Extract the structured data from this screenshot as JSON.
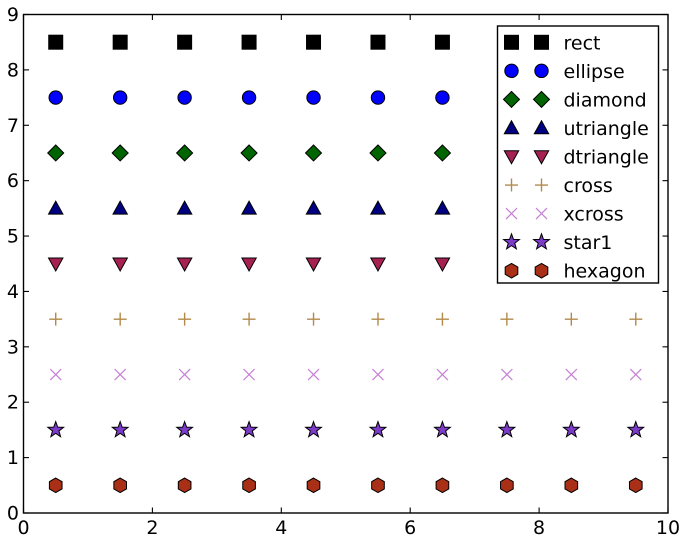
{
  "figure": {
    "background": "#ffffff",
    "frame_color": "#000000",
    "text_color": "#000000"
  },
  "chart_data": {
    "type": "scatter",
    "title": "",
    "xlabel": "",
    "ylabel": "",
    "xlim": [
      0,
      10
    ],
    "ylim": [
      0,
      9
    ],
    "grid": false,
    "tick_direction": "in",
    "x_ticks": [
      0,
      2,
      4,
      6,
      8,
      10
    ],
    "y_ticks": [
      0,
      1,
      2,
      3,
      4,
      5,
      6,
      7,
      8,
      9
    ],
    "x": [
      0.5,
      1.5,
      2.5,
      3.5,
      4.5,
      5.5,
      6.5,
      7.5,
      8.5,
      9.5
    ],
    "series": [
      {
        "name": "rect",
        "marker": "rect",
        "y": 8.5,
        "color": "#000000",
        "edge_color": "#000000"
      },
      {
        "name": "ellipse",
        "marker": "ellipse",
        "y": 7.5,
        "color": "#0000ff",
        "edge_color": "#000000"
      },
      {
        "name": "diamond",
        "marker": "diamond",
        "y": 6.5,
        "color": "#006400",
        "edge_color": "#000000"
      },
      {
        "name": "utriangle",
        "marker": "utriangle",
        "y": 5.5,
        "color": "#000080",
        "edge_color": "#000000"
      },
      {
        "name": "dtriangle",
        "marker": "dtriangle",
        "y": 4.5,
        "color": "#a62152",
        "edge_color": "#000000"
      },
      {
        "name": "cross",
        "marker": "cross",
        "y": 3.5,
        "color": "#b28a4a",
        "edge_color": "none"
      },
      {
        "name": "xcross",
        "marker": "xcross",
        "y": 2.5,
        "color": "#c77fd6",
        "edge_color": "none"
      },
      {
        "name": "star1",
        "marker": "star1",
        "y": 1.5,
        "color": "#7c3cc8",
        "edge_color": "#000000"
      },
      {
        "name": "hexagon",
        "marker": "hexagon",
        "y": 0.5,
        "color": "#a93016",
        "edge_color": "#000000"
      }
    ],
    "legend": {
      "position": "upper-right",
      "numpoints": 2,
      "entries": [
        "rect",
        "ellipse",
        "diamond",
        "utriangle",
        "dtriangle",
        "cross",
        "xcross",
        "star1",
        "hexagon"
      ]
    }
  }
}
